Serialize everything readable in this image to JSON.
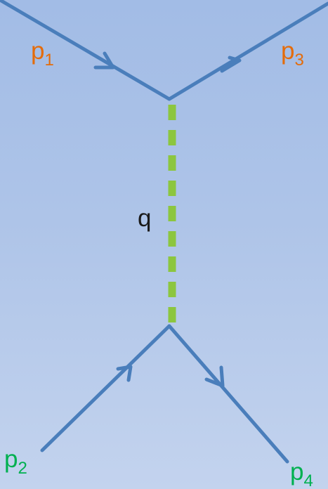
{
  "labels": {
    "p1": {
      "base": "p",
      "sub": "1"
    },
    "p2": {
      "base": "p",
      "sub": "2"
    },
    "p3": {
      "base": "p",
      "sub": "3"
    },
    "p4": {
      "base": "p",
      "sub": "4"
    },
    "q": "q"
  },
  "colors": {
    "line": "#4a7ebb",
    "propagator": "#8cc63f",
    "label_top": "#e46c0a",
    "label_bottom": "#00b050",
    "label_q": "#1a1a1a"
  }
}
